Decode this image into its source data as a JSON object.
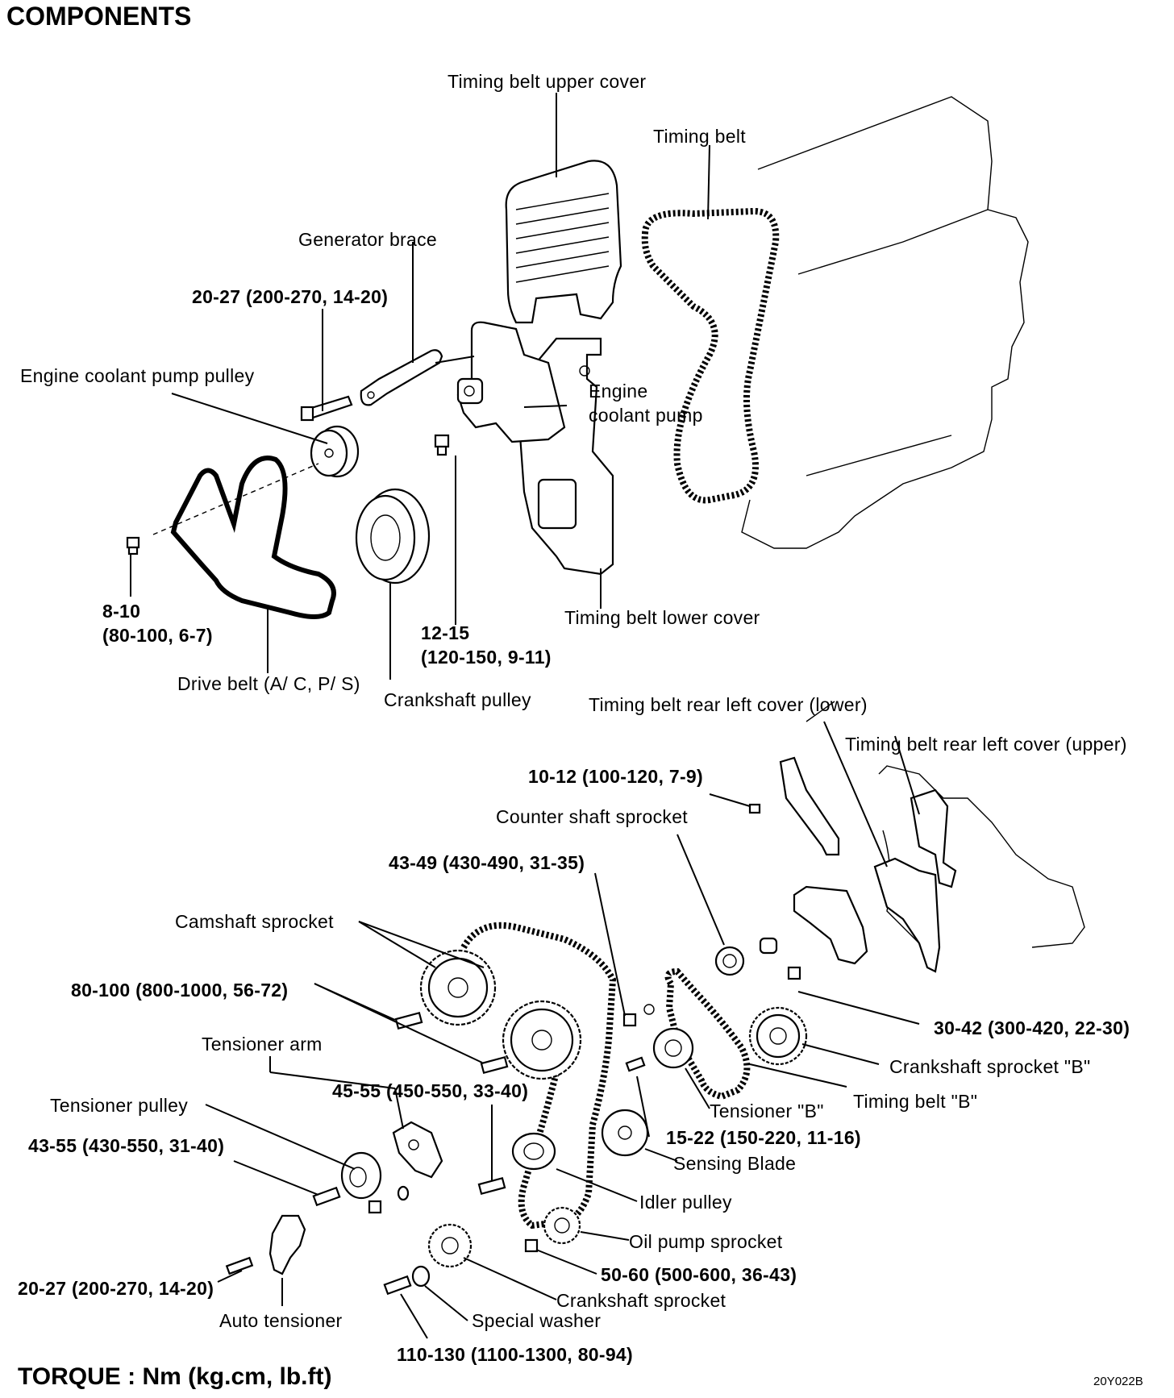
{
  "title": "COMPONENTS",
  "torque_note": "TORQUE : Nm (kg.cm, lb.ft)",
  "figure_code": "20Y022B",
  "labels": {
    "timing_belt_upper_cover": "Timing belt upper cover",
    "timing_belt": "Timing belt",
    "generator_brace": "Generator brace",
    "torque_20_27_top": "20-27 (200-270, 14-20)",
    "engine_coolant_pump_pulley": "Engine coolant pump pulley",
    "engine_coolant_pump_1": "Engine",
    "engine_coolant_pump_2": "coolant pump",
    "torque_8_10_a": "8-10",
    "torque_8_10_b": "(80-100, 6-7)",
    "torque_12_15_a": "12-15",
    "torque_12_15_b": "(120-150, 9-11)",
    "timing_belt_lower_cover": "Timing belt lower cover",
    "drive_belt": "Drive belt (A/ C, P/ S)",
    "crankshaft_pulley": "Crankshaft pulley",
    "rear_left_cover_lower": "Timing belt rear left cover (lower)",
    "rear_left_cover_upper": "Timing belt rear left cover (upper)",
    "torque_10_12": "10-12 (100-120, 7-9)",
    "counter_shaft_sprocket": "Counter shaft sprocket",
    "torque_43_49": "43-49 (430-490, 31-35)",
    "camshaft_sprocket": "Camshaft sprocket",
    "torque_80_100": "80-100 (800-1000, 56-72)",
    "tensioner_arm": "Tensioner arm",
    "torque_45_55": "45-55 (450-550, 33-40)",
    "tensioner_pulley": "Tensioner pulley",
    "torque_43_55": "43-55 (430-550, 31-40)",
    "torque_30_42": "30-42 (300-420, 22-30)",
    "crankshaft_sprocket_b": "Crankshaft sprocket \"B\"",
    "timing_belt_b": "Timing belt \"B\"",
    "tensioner_b": "Tensioner \"B\"",
    "torque_15_22": "15-22 (150-220, 11-16)",
    "sensing_blade": "Sensing Blade",
    "idler_pulley": "Idler pulley",
    "oil_pump_sprocket": "Oil pump sprocket",
    "torque_50_60": "50-60 (500-600, 36-43)",
    "crankshaft_sprocket": "Crankshaft sprocket",
    "special_washer": "Special washer",
    "torque_20_27_bottom": "20-27 (200-270, 14-20)",
    "auto_tensioner": "Auto tensioner",
    "torque_110_130": "110-130 (1100-1300, 80-94)"
  }
}
